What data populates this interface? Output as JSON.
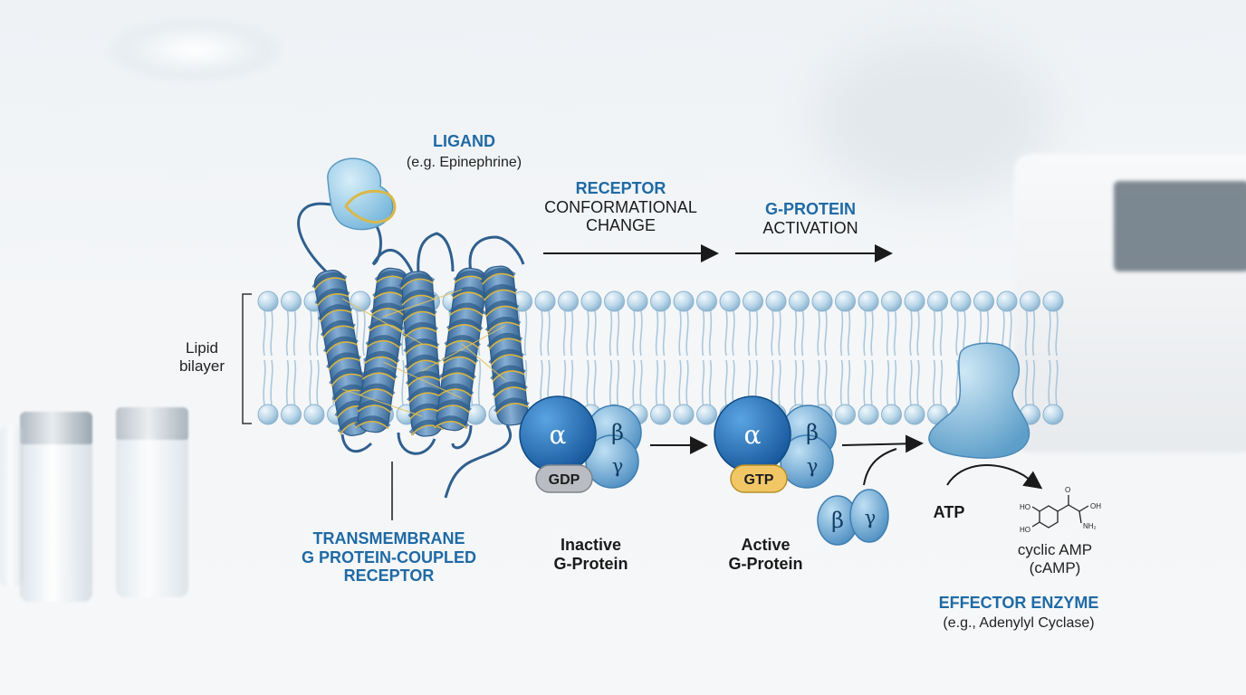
{
  "labels": {
    "ligand_title": "LIGAND",
    "ligand_example": "(e.g. Epinephrine)",
    "receptor_change_title": "RECEPTOR",
    "receptor_change_line2": "CONFORMATIONAL",
    "receptor_change_line3": "CHANGE",
    "gprotein_activation_title": "G-PROTEIN",
    "gprotein_activation_line2": "ACTIVATION",
    "lipid_line1": "Lipid",
    "lipid_line2": "bilayer",
    "receptor_line1": "TRANSMEMBRANE",
    "receptor_line2": "G PROTEIN-COUPLED",
    "receptor_line3": "RECEPTOR",
    "inactive_line1": "Inactive",
    "inactive_line2": "G-Protein",
    "active_line1": "Active",
    "active_line2": "G-Protein",
    "atp": "ATP",
    "camp_line1": "cyclic AMP",
    "camp_line2": "(cAMP)",
    "effector_title": "EFFECTOR ENZYME",
    "effector_example": "(e.g., Adenylyl Cyclase)"
  },
  "subunits": {
    "alpha": "α",
    "beta": "β",
    "gamma": "γ",
    "gdp": "GDP",
    "gtp": "GTP"
  },
  "molecule": {
    "ho_top": "HO",
    "ho_bottom": "HO",
    "oxygen": "O",
    "oh": "OH",
    "nh2": "NH₂"
  },
  "colors": {
    "heading_blue": "#1f6aa5",
    "helix_blue": "#5b86b3",
    "helix_gold": "#d8b542",
    "lipid_head": "#bcd8ea",
    "alpha_blue": "#1e6bb5",
    "beta_gamma_blue": "#6aa6d4",
    "gdp_gray": "#b9bcc2",
    "gtp_gold": "#f1c766",
    "effector_blue": "#86bfde"
  }
}
